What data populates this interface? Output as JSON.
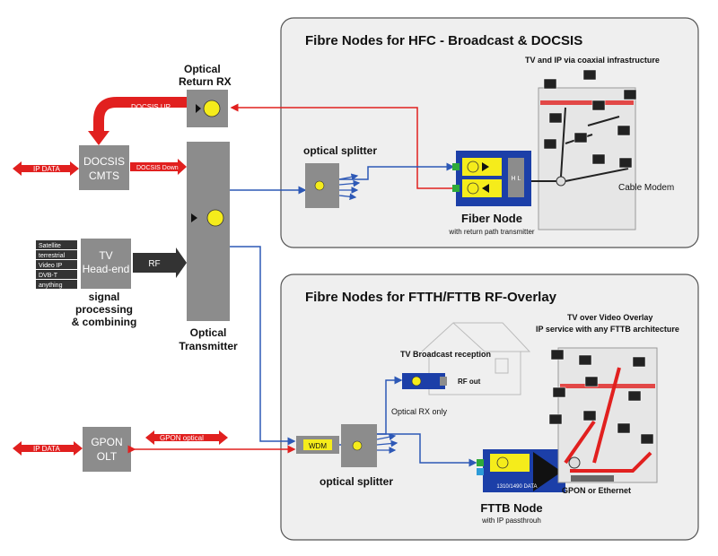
{
  "hfc_panel": {
    "title": "Fibre Nodes for HFC - Broadcast & DOCSIS",
    "subtitle": "TV and IP via coaxial infrastructure",
    "splitter_label": "optical splitter",
    "fiber_node_label": "Fiber Node",
    "fiber_node_sub": "with return path transmitter",
    "hl_label": "H L",
    "cable_modem_label": "Cable Modem"
  },
  "ftth_panel": {
    "title": "Fibre Nodes for FTTH/FTTB RF-Overlay",
    "subtitle_1": "TV over Video Overlay",
    "subtitle_2": "IP service with any FTTB architecture",
    "broadcast_label": "TV Broadcast reception",
    "rf_out_label": "RF out",
    "optical_rx_only_label": "Optical RX only",
    "splitter_label": "optical splitter",
    "wdm_label": "WDM",
    "fttb_node_label": "FTTB Node",
    "fttb_node_sub": "with IP passthrouh",
    "data_label": "1310/1490 DATA",
    "gpon_eth_label": "GPON or Ethernet"
  },
  "left": {
    "optical_return_rx_1": "Optical",
    "optical_return_rx_2": "Return RX",
    "docsis_up": "DOCSIS UP",
    "docsis_down": "DOCSIS Down",
    "ip_data_1": "IP DATA",
    "cmts_1": "DOCSIS",
    "cmts_2": "CMTS",
    "sources": [
      "Satellite",
      "terrestrial",
      "Video IP",
      "DVB-T",
      "anything"
    ],
    "headend_1": "TV",
    "headend_2": "Head-end",
    "rf": "RF",
    "signal_1": "signal",
    "signal_2": "processing",
    "signal_3": "& combining",
    "opt_tx_1": "Optical",
    "opt_tx_2": "Transmitter",
    "ip_data_2": "IP DATA",
    "gpon_optical": "GPON optical",
    "olt_1": "GPON",
    "olt_2": "OLT"
  },
  "colors": {
    "red": "#e1201f",
    "blue": "#2d58b6",
    "gray_box": "#8c8c8c",
    "panel": "#efefef",
    "yellow": "#f5ec1b",
    "node_blue": "#1c3fa8"
  }
}
